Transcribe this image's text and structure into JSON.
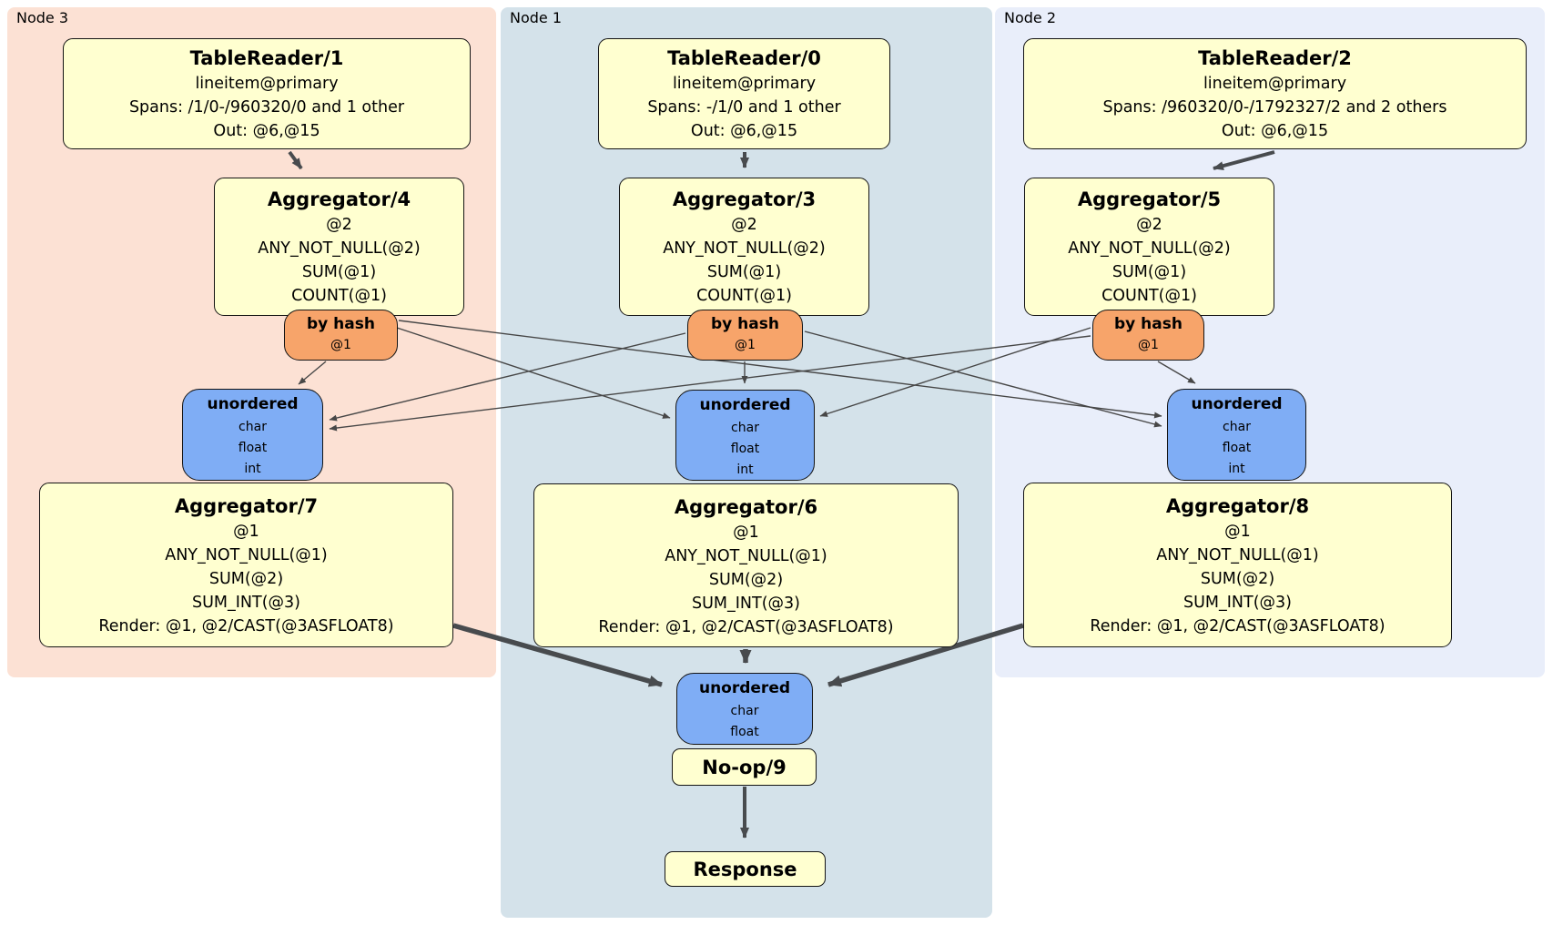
{
  "diagram_type": "distributed-sql-plan",
  "regions": {
    "node3": {
      "label": "Node 3",
      "bg_color": "#fce1d4"
    },
    "node1": {
      "label": "Node 1",
      "bg_color": "#d4e2ea"
    },
    "node2": {
      "label": "Node 2",
      "bg_color": "#e9eefa"
    }
  },
  "processors": {
    "tr1": {
      "title": "TableReader/1",
      "lines": [
        "lineitem@primary",
        "Spans: /1/0-/960320/0 and 1 other",
        "Out: @6,@15"
      ]
    },
    "tr0": {
      "title": "TableReader/0",
      "lines": [
        "lineitem@primary",
        "Spans: -/1/0 and 1 other",
        "Out: @6,@15"
      ]
    },
    "tr2": {
      "title": "TableReader/2",
      "lines": [
        "lineitem@primary",
        "Spans: /960320/0-/1792327/2 and 2 others",
        "Out: @6,@15"
      ]
    },
    "agg4": {
      "title": "Aggregator/4",
      "lines": [
        "@2",
        "ANY_NOT_NULL(@2)",
        "SUM(@1)",
        "COUNT(@1)"
      ]
    },
    "agg3": {
      "title": "Aggregator/3",
      "lines": [
        "@2",
        "ANY_NOT_NULL(@2)",
        "SUM(@1)",
        "COUNT(@1)"
      ]
    },
    "agg5": {
      "title": "Aggregator/5",
      "lines": [
        "@2",
        "ANY_NOT_NULL(@2)",
        "SUM(@1)",
        "COUNT(@1)"
      ]
    },
    "agg7": {
      "title": "Aggregator/7",
      "lines": [
        "@1",
        "ANY_NOT_NULL(@1)",
        "SUM(@2)",
        "SUM_INT(@3)",
        "Render: @1, @2/CAST(@3ASFLOAT8)"
      ]
    },
    "agg6": {
      "title": "Aggregator/6",
      "lines": [
        "@1",
        "ANY_NOT_NULL(@1)",
        "SUM(@2)",
        "SUM_INT(@3)",
        "Render: @1, @2/CAST(@3ASFLOAT8)"
      ]
    },
    "agg8": {
      "title": "Aggregator/8",
      "lines": [
        "@1",
        "ANY_NOT_NULL(@1)",
        "SUM(@2)",
        "SUM_INT(@3)",
        "Render: @1, @2/CAST(@3ASFLOAT8)"
      ]
    },
    "noop": {
      "title": "No-op/9"
    },
    "response": {
      "title": "Response"
    }
  },
  "routers": {
    "bh3": {
      "title": "by hash",
      "detail": "@1"
    },
    "bh1": {
      "title": "by hash",
      "detail": "@1"
    },
    "bh2": {
      "title": "by hash",
      "detail": "@1"
    }
  },
  "syncs": {
    "u3": {
      "title": "unordered",
      "items": [
        "char",
        "float",
        "int"
      ]
    },
    "u1": {
      "title": "unordered",
      "items": [
        "char",
        "float",
        "int"
      ]
    },
    "u2": {
      "title": "unordered",
      "items": [
        "char",
        "float",
        "int"
      ]
    },
    "ufinal": {
      "title": "unordered",
      "items": [
        "char",
        "float"
      ]
    }
  },
  "colors": {
    "processor_fill": "#ffffd0",
    "router_fill": "#f7a46a",
    "sync_fill": "#7fadf5",
    "edge_thin": "#474747",
    "edge_thick": "#484b4e",
    "border": "#141414"
  }
}
